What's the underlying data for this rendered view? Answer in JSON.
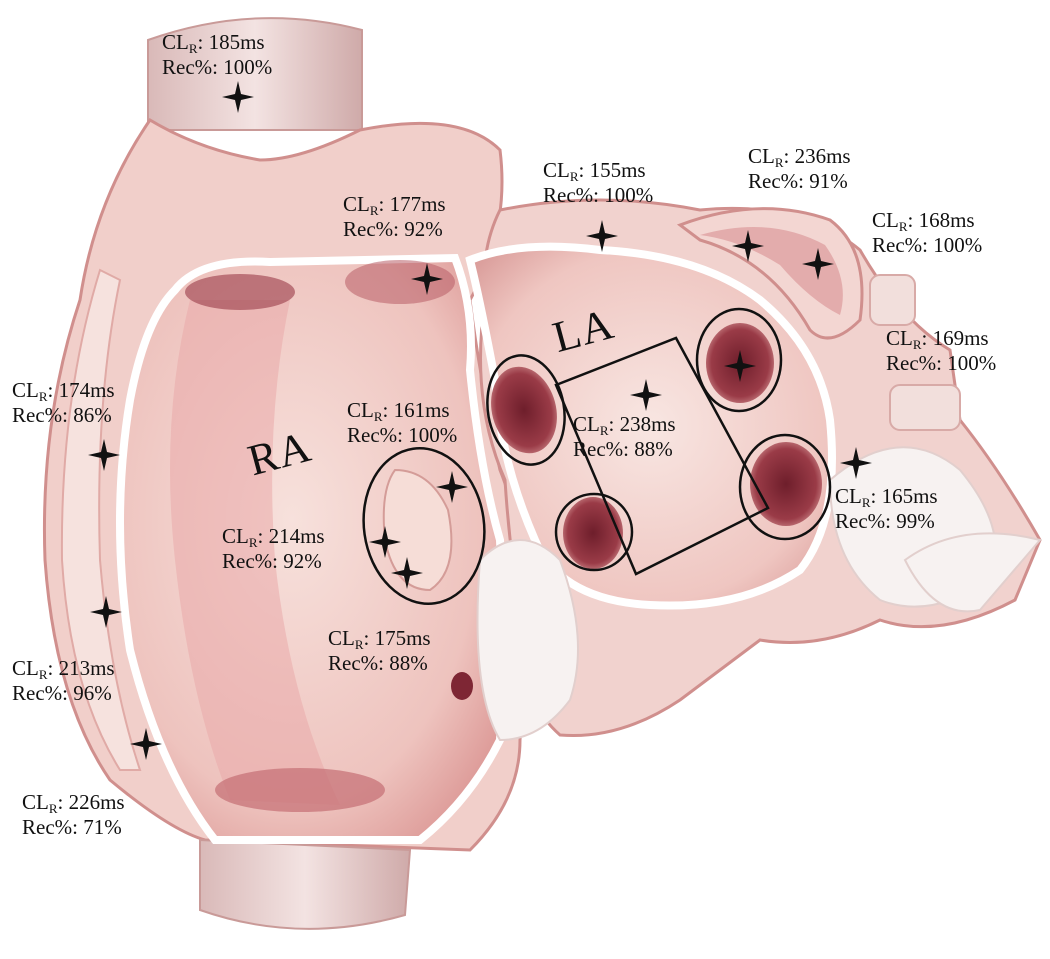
{
  "chambers": {
    "ra": "RA",
    "la": "LA"
  },
  "measurements": [
    {
      "id": "svc",
      "cl_main": "CL",
      "cl_sub": "R",
      "cl_value": ": 185ms",
      "rec": "Rec%: 100%"
    },
    {
      "id": "ra-appendage",
      "cl_main": "CL",
      "cl_sub": "R",
      "cl_value": ": 177ms",
      "rec": "Rec%: 92%"
    },
    {
      "id": "la-roof",
      "cl_main": "CL",
      "cl_sub": "R",
      "cl_value": ": 155ms",
      "rec": "Rec%: 100%"
    },
    {
      "id": "laa-1",
      "cl_main": "CL",
      "cl_sub": "R",
      "cl_value": ": 236ms",
      "rec": "Rec%: 91%"
    },
    {
      "id": "laa-2",
      "cl_main": "CL",
      "cl_sub": "R",
      "cl_value": ": 168ms",
      "rec": "Rec%: 100%"
    },
    {
      "id": "lspv",
      "cl_main": "CL",
      "cl_sub": "R",
      "cl_value": ": 169ms",
      "rec": "Rec%: 100%"
    },
    {
      "id": "ra-lateral-high",
      "cl_main": "CL",
      "cl_sub": "R",
      "cl_value": ": 174ms",
      "rec": "Rec%: 86%"
    },
    {
      "id": "septum-high",
      "cl_main": "CL",
      "cl_sub": "R",
      "cl_value": ": 161ms",
      "rec": "Rec%: 100%"
    },
    {
      "id": "la-posterior",
      "cl_main": "CL",
      "cl_sub": "R",
      "cl_value": ": 238ms",
      "rec": "Rec%: 88%"
    },
    {
      "id": "lipv",
      "cl_main": "CL",
      "cl_sub": "R",
      "cl_value": ": 165ms",
      "rec": "Rec%: 99%"
    },
    {
      "id": "fossa",
      "cl_main": "CL",
      "cl_sub": "R",
      "cl_value": ": 214ms",
      "rec": "Rec%: 92%"
    },
    {
      "id": "cs-os",
      "cl_main": "CL",
      "cl_sub": "R",
      "cl_value": ": 175ms",
      "rec": "Rec%: 88%"
    },
    {
      "id": "ra-lateral-low",
      "cl_main": "CL",
      "cl_sub": "R",
      "cl_value": ": 213ms",
      "rec": "Rec%: 96%"
    },
    {
      "id": "ivc",
      "cl_main": "CL",
      "cl_sub": "R",
      "cl_value": ": 226ms",
      "rec": "Rec%: 71%"
    }
  ],
  "colors": {
    "tissue_light": "#f3d5d2",
    "tissue_mid": "#e6a9a6",
    "tissue_dark": "#b55c61",
    "cavity": "#8a2f3b",
    "outline": "#111111"
  }
}
